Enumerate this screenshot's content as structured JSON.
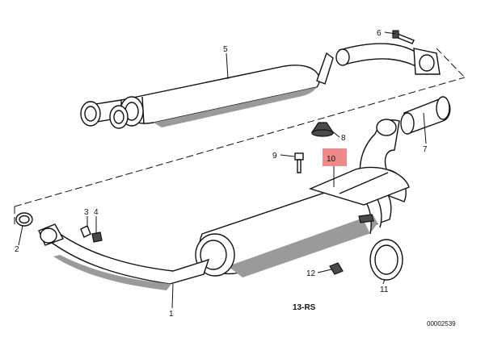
{
  "callouts": {
    "c1": "1",
    "c2": "2",
    "c3": "3",
    "c4": "4",
    "c5": "5",
    "c6": "6",
    "c7": "7",
    "c8": "8",
    "c9": "9",
    "c10": "10",
    "c11": "11",
    "c12": "12"
  },
  "diagram_code": "13-RS",
  "image_number": "00002539",
  "colors": {
    "highlight": "#ee8a8a",
    "line": "#111111",
    "shade": "#9a9a9a"
  }
}
